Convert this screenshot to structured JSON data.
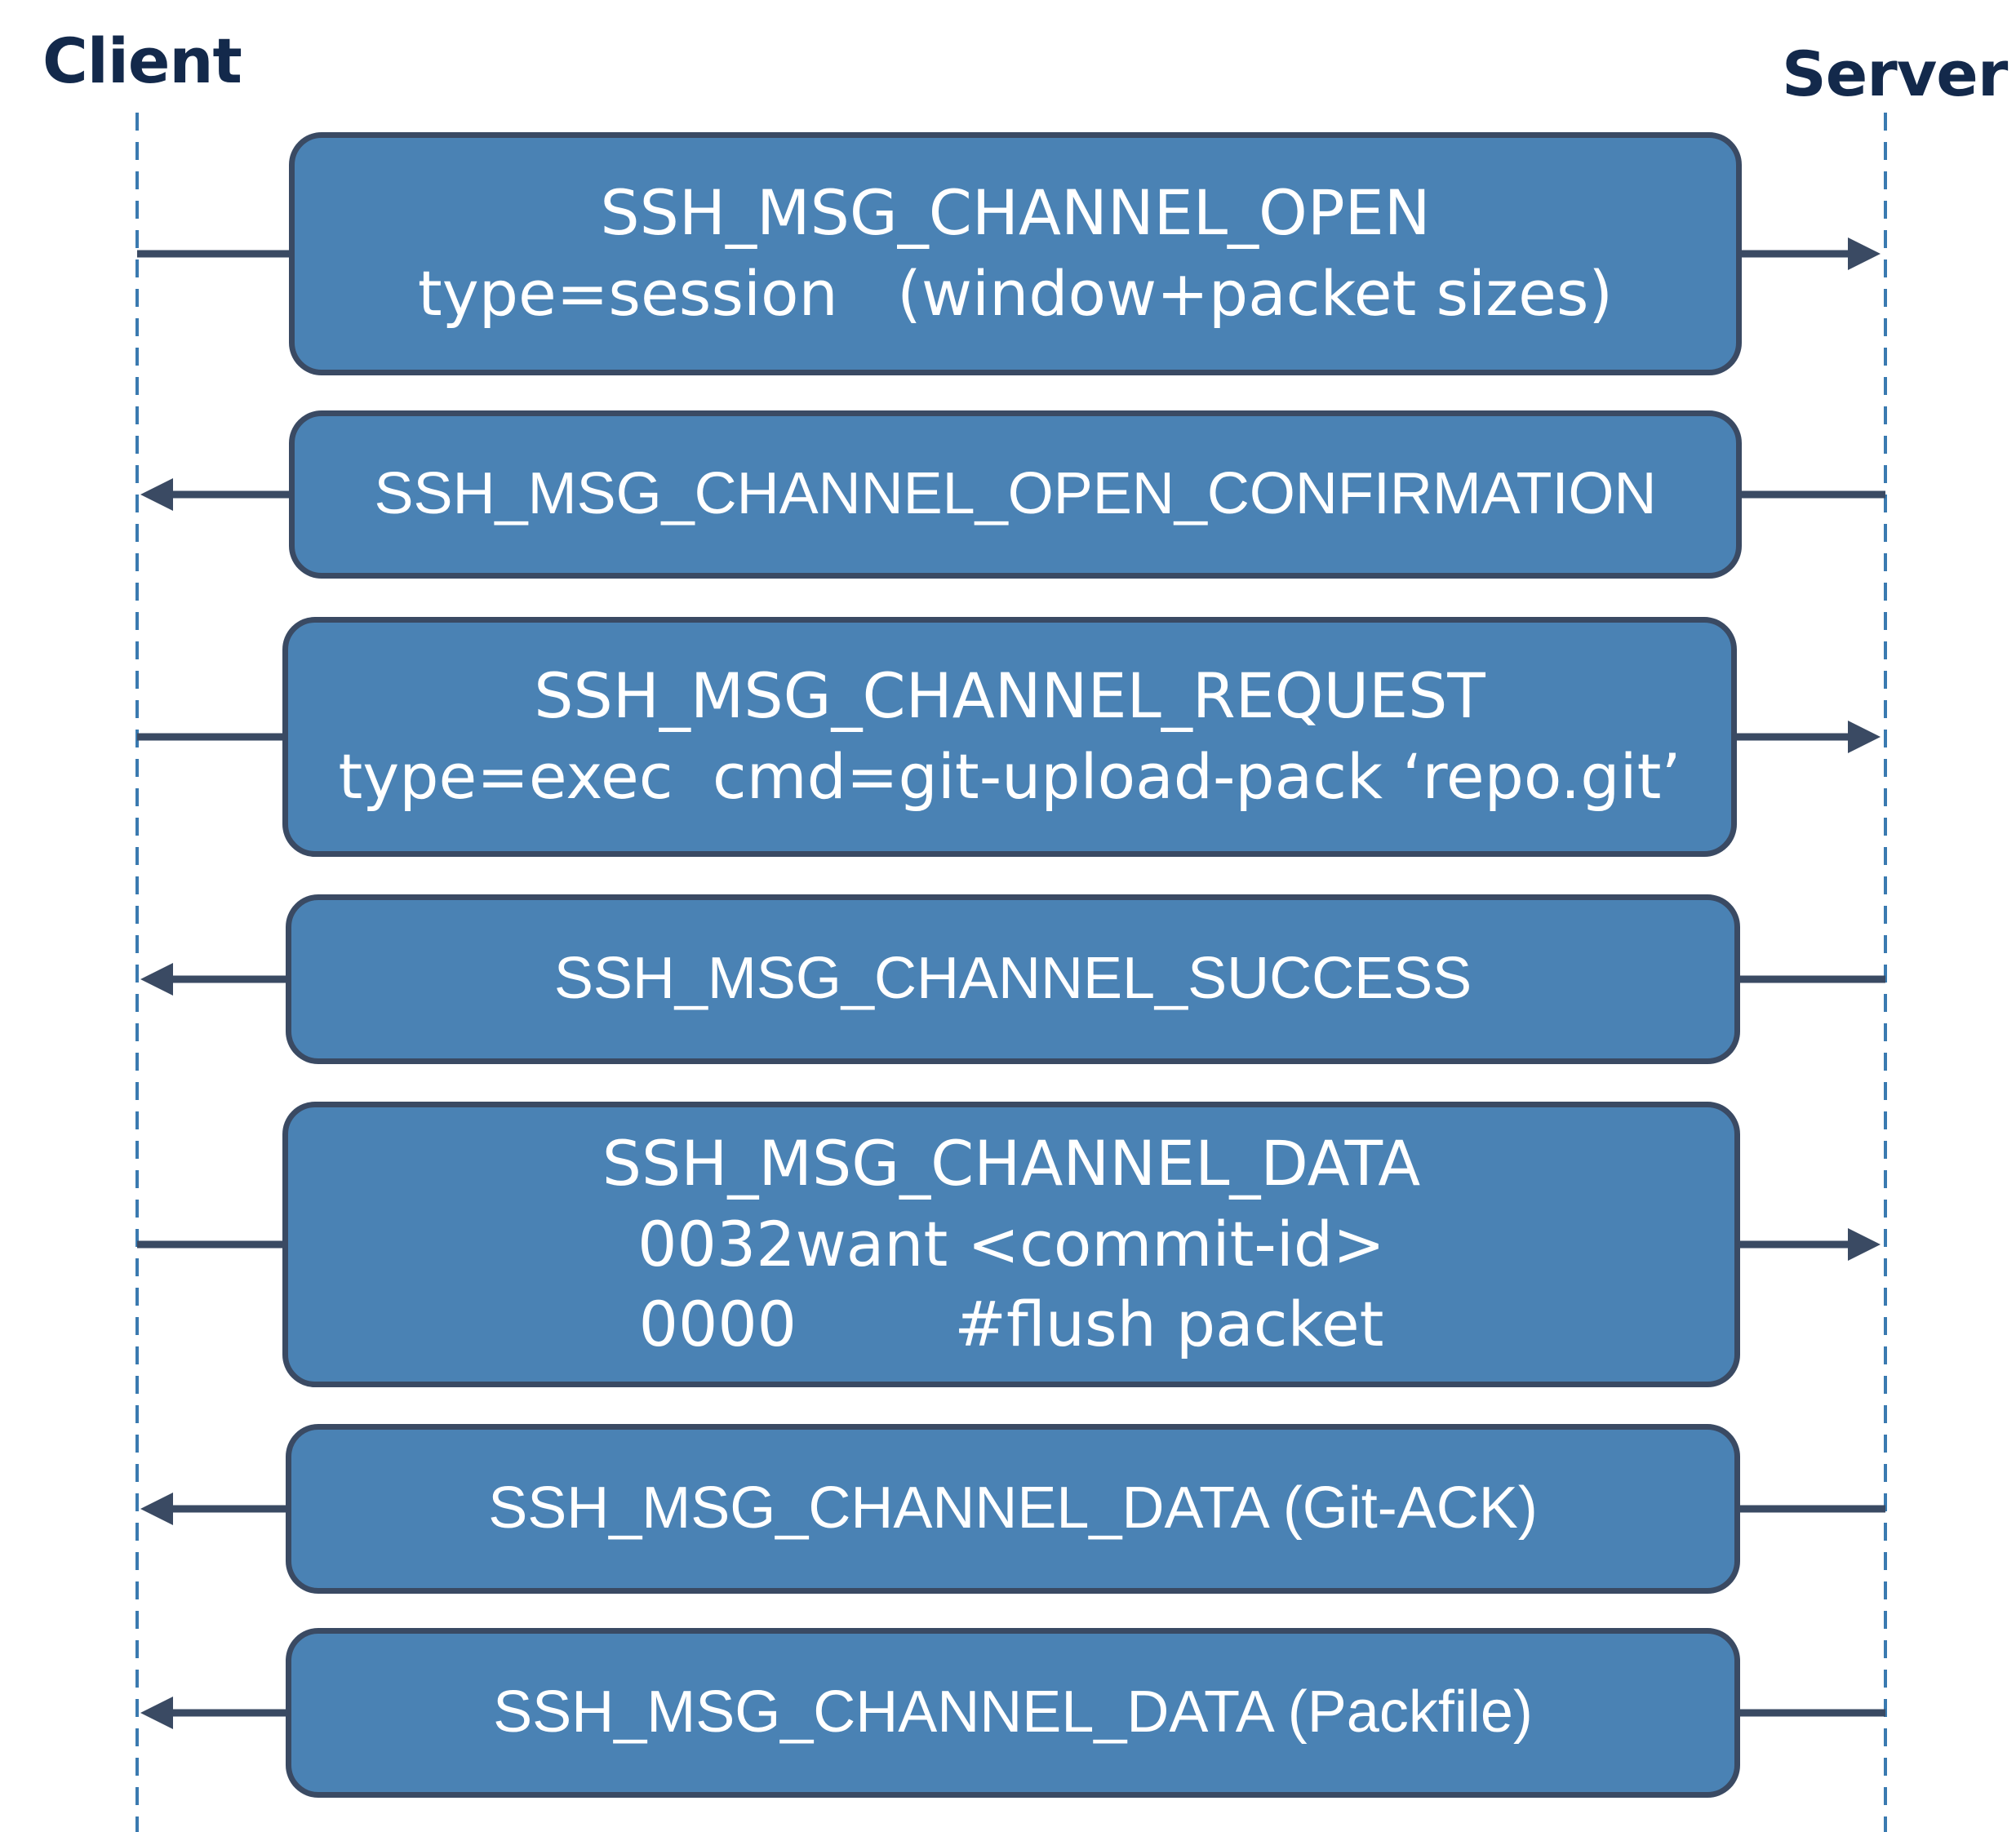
{
  "actors": {
    "client": "Client",
    "server": "Server"
  },
  "messages": [
    {
      "direction": "right",
      "lines": [
        "SSH_MSG_CHANNEL_OPEN",
        "type=session   (window+packet sizes)"
      ]
    },
    {
      "direction": "left",
      "lines": [
        "SSH_MSG_CHANNEL_OPEN_CONFIRMATION"
      ]
    },
    {
      "direction": "right",
      "lines": [
        "SSH_MSG_CHANNEL_REQUEST",
        "type=exec  cmd=git-upload-pack ‘repo.git’"
      ]
    },
    {
      "direction": "left",
      "lines": [
        "SSH_MSG_CHANNEL_SUCCESS"
      ]
    },
    {
      "direction": "right",
      "lines": [
        "SSH_MSG_CHANNEL_DATA",
        "0032want <commit-id>",
        "0000        #flush packet"
      ]
    },
    {
      "direction": "left",
      "lines": [
        "SSH_MSG_CHANNEL_DATA (Git-ACK)"
      ]
    },
    {
      "direction": "left",
      "lines": [
        "SSH_MSG_CHANNEL_DATA (Packfile)"
      ]
    }
  ],
  "colors": {
    "box_fill": "#4a82b4",
    "box_border": "#3a4a63",
    "lifeline": "#3a7ab0",
    "arrow": "#3a4a63",
    "actor_text": "#13294b"
  }
}
